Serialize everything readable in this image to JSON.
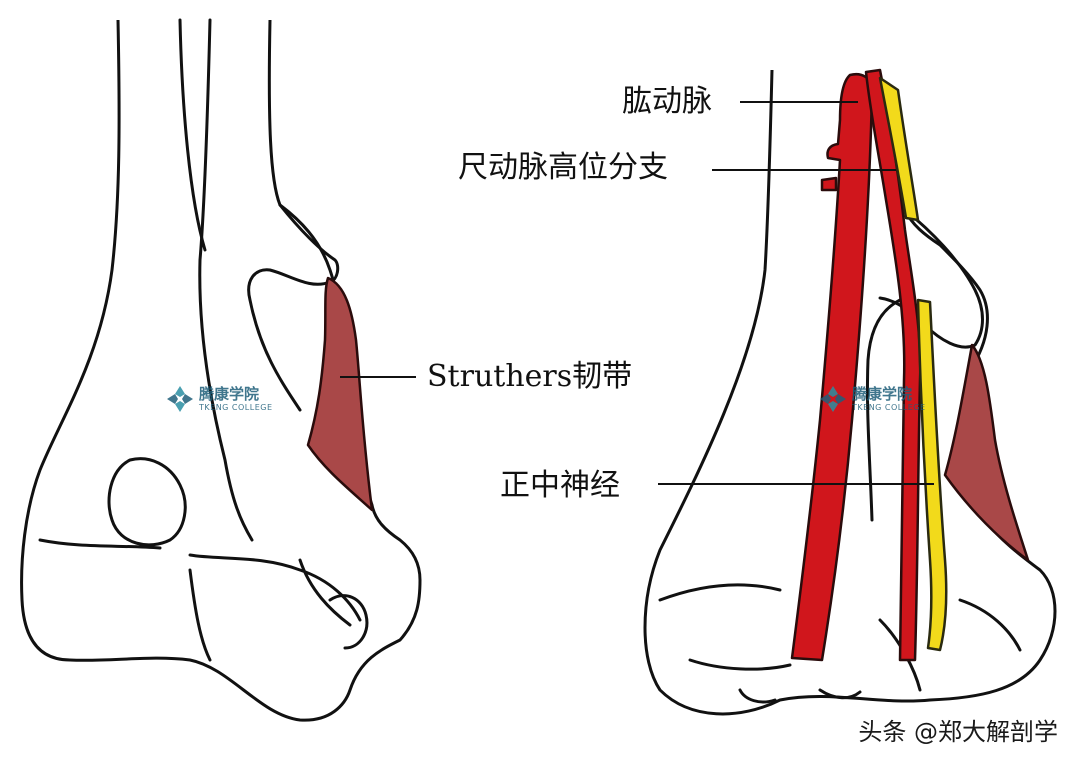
{
  "labels": {
    "brachial_artery": "肱动脉",
    "high_ulnar_branch": "尺动脉高位分支",
    "struthers_ligament": "Struthers韧带",
    "median_nerve": "正中神经"
  },
  "watermark": {
    "name": "腾康学院",
    "english": "TKENG COLLEGE"
  },
  "credit": "头条 @郑大解剖学",
  "colors": {
    "artery": "#d0161c",
    "nerve": "#f2da1b",
    "ligament": "#a94848",
    "outline": "#111111"
  }
}
